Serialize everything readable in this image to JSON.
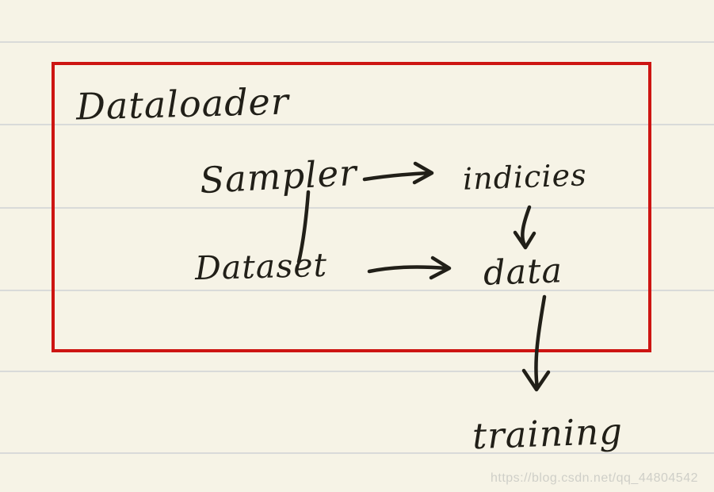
{
  "page": {
    "paper_color": "#f6f3e6",
    "rule_line_color": "#cfd1d4",
    "ink_color": "#211f18"
  },
  "diagram": {
    "container_label": "Dataloader",
    "box_border_color": "#cd1512",
    "nodes": {
      "sampler": "Sampler",
      "indicies": "indicies",
      "dataset": "Dataset",
      "data": "data",
      "training": "training"
    },
    "edges": [
      {
        "from": "Sampler",
        "to": "indicies"
      },
      {
        "from": "Dataset",
        "to": "data"
      },
      {
        "from": "indicies",
        "to": "data"
      },
      {
        "from": "data",
        "to": "training"
      }
    ]
  },
  "watermark": {
    "text": "https://blog.csdn.net/qq_44804542",
    "color": "#cfcfc8"
  }
}
